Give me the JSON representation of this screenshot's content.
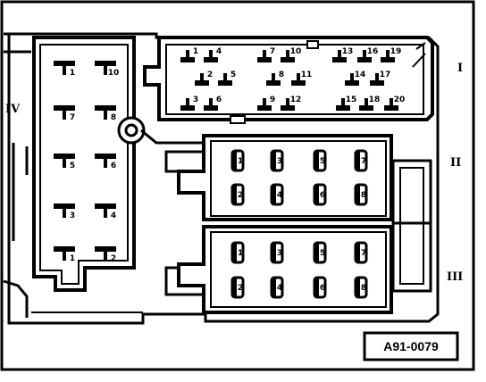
{
  "reference": "A91-0079",
  "section_labels": {
    "s1": "I",
    "s2": "II",
    "s3": "III",
    "s4": "IV"
  },
  "conn_I": {
    "row1": [
      "1",
      "4",
      "7",
      "10",
      "13",
      "16",
      "19"
    ],
    "row2": [
      "2",
      "5",
      "8",
      "11",
      "14",
      "17"
    ],
    "row3": [
      "3",
      "6",
      "9",
      "12",
      "15",
      "18",
      "20"
    ]
  },
  "conn_II": [
    "1",
    "3",
    "5",
    "7",
    "2",
    "4",
    "6",
    "8"
  ],
  "conn_III": [
    "1",
    "3",
    "5",
    "7",
    "2",
    "4",
    "6",
    "8"
  ],
  "conn_IV": [
    "1",
    "10",
    "7",
    "8",
    "5",
    "6",
    "3",
    "4",
    "1",
    "2"
  ]
}
